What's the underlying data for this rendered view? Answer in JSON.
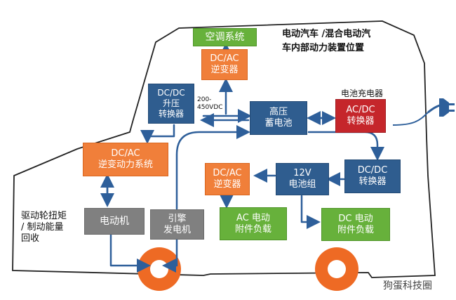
{
  "title_line1": "电动汽车 /混合电动汽",
  "title_line2": "车内部动力装置位置",
  "charger_label": "电池充电器",
  "voltage_label": "200-\n450VDC",
  "side_label": "驱动轮扭矩\n/  制动能量\n回收",
  "watermark": "狗蛋科技圈",
  "boxes": {
    "ac_system": "空调系统",
    "dcac_top": "DC/AC\n逆变器",
    "dcdc_boost": "DC/DC\n升压\n转换器",
    "hv_battery": "高压\n蓄电池",
    "acdc": "AC/DC\n转换器",
    "dcac_drive": "DC/AC\n逆变动力系统",
    "dcac_mid": "DC/AC\n逆变器",
    "battery12v": "12V\n电池组",
    "dcdc_right": "DC/DC\n转换器",
    "motor": "电动机",
    "generator": "引擎\n发电机",
    "ac_loads": "AC 电动\n附件负载",
    "dc_loads": "DC 电动\n附件负载"
  },
  "colors": {
    "arrow": "#2e5f9a",
    "outline": "#222222",
    "wheel_outer": "#ee6a24",
    "wheel_inner": "#ffffff"
  }
}
